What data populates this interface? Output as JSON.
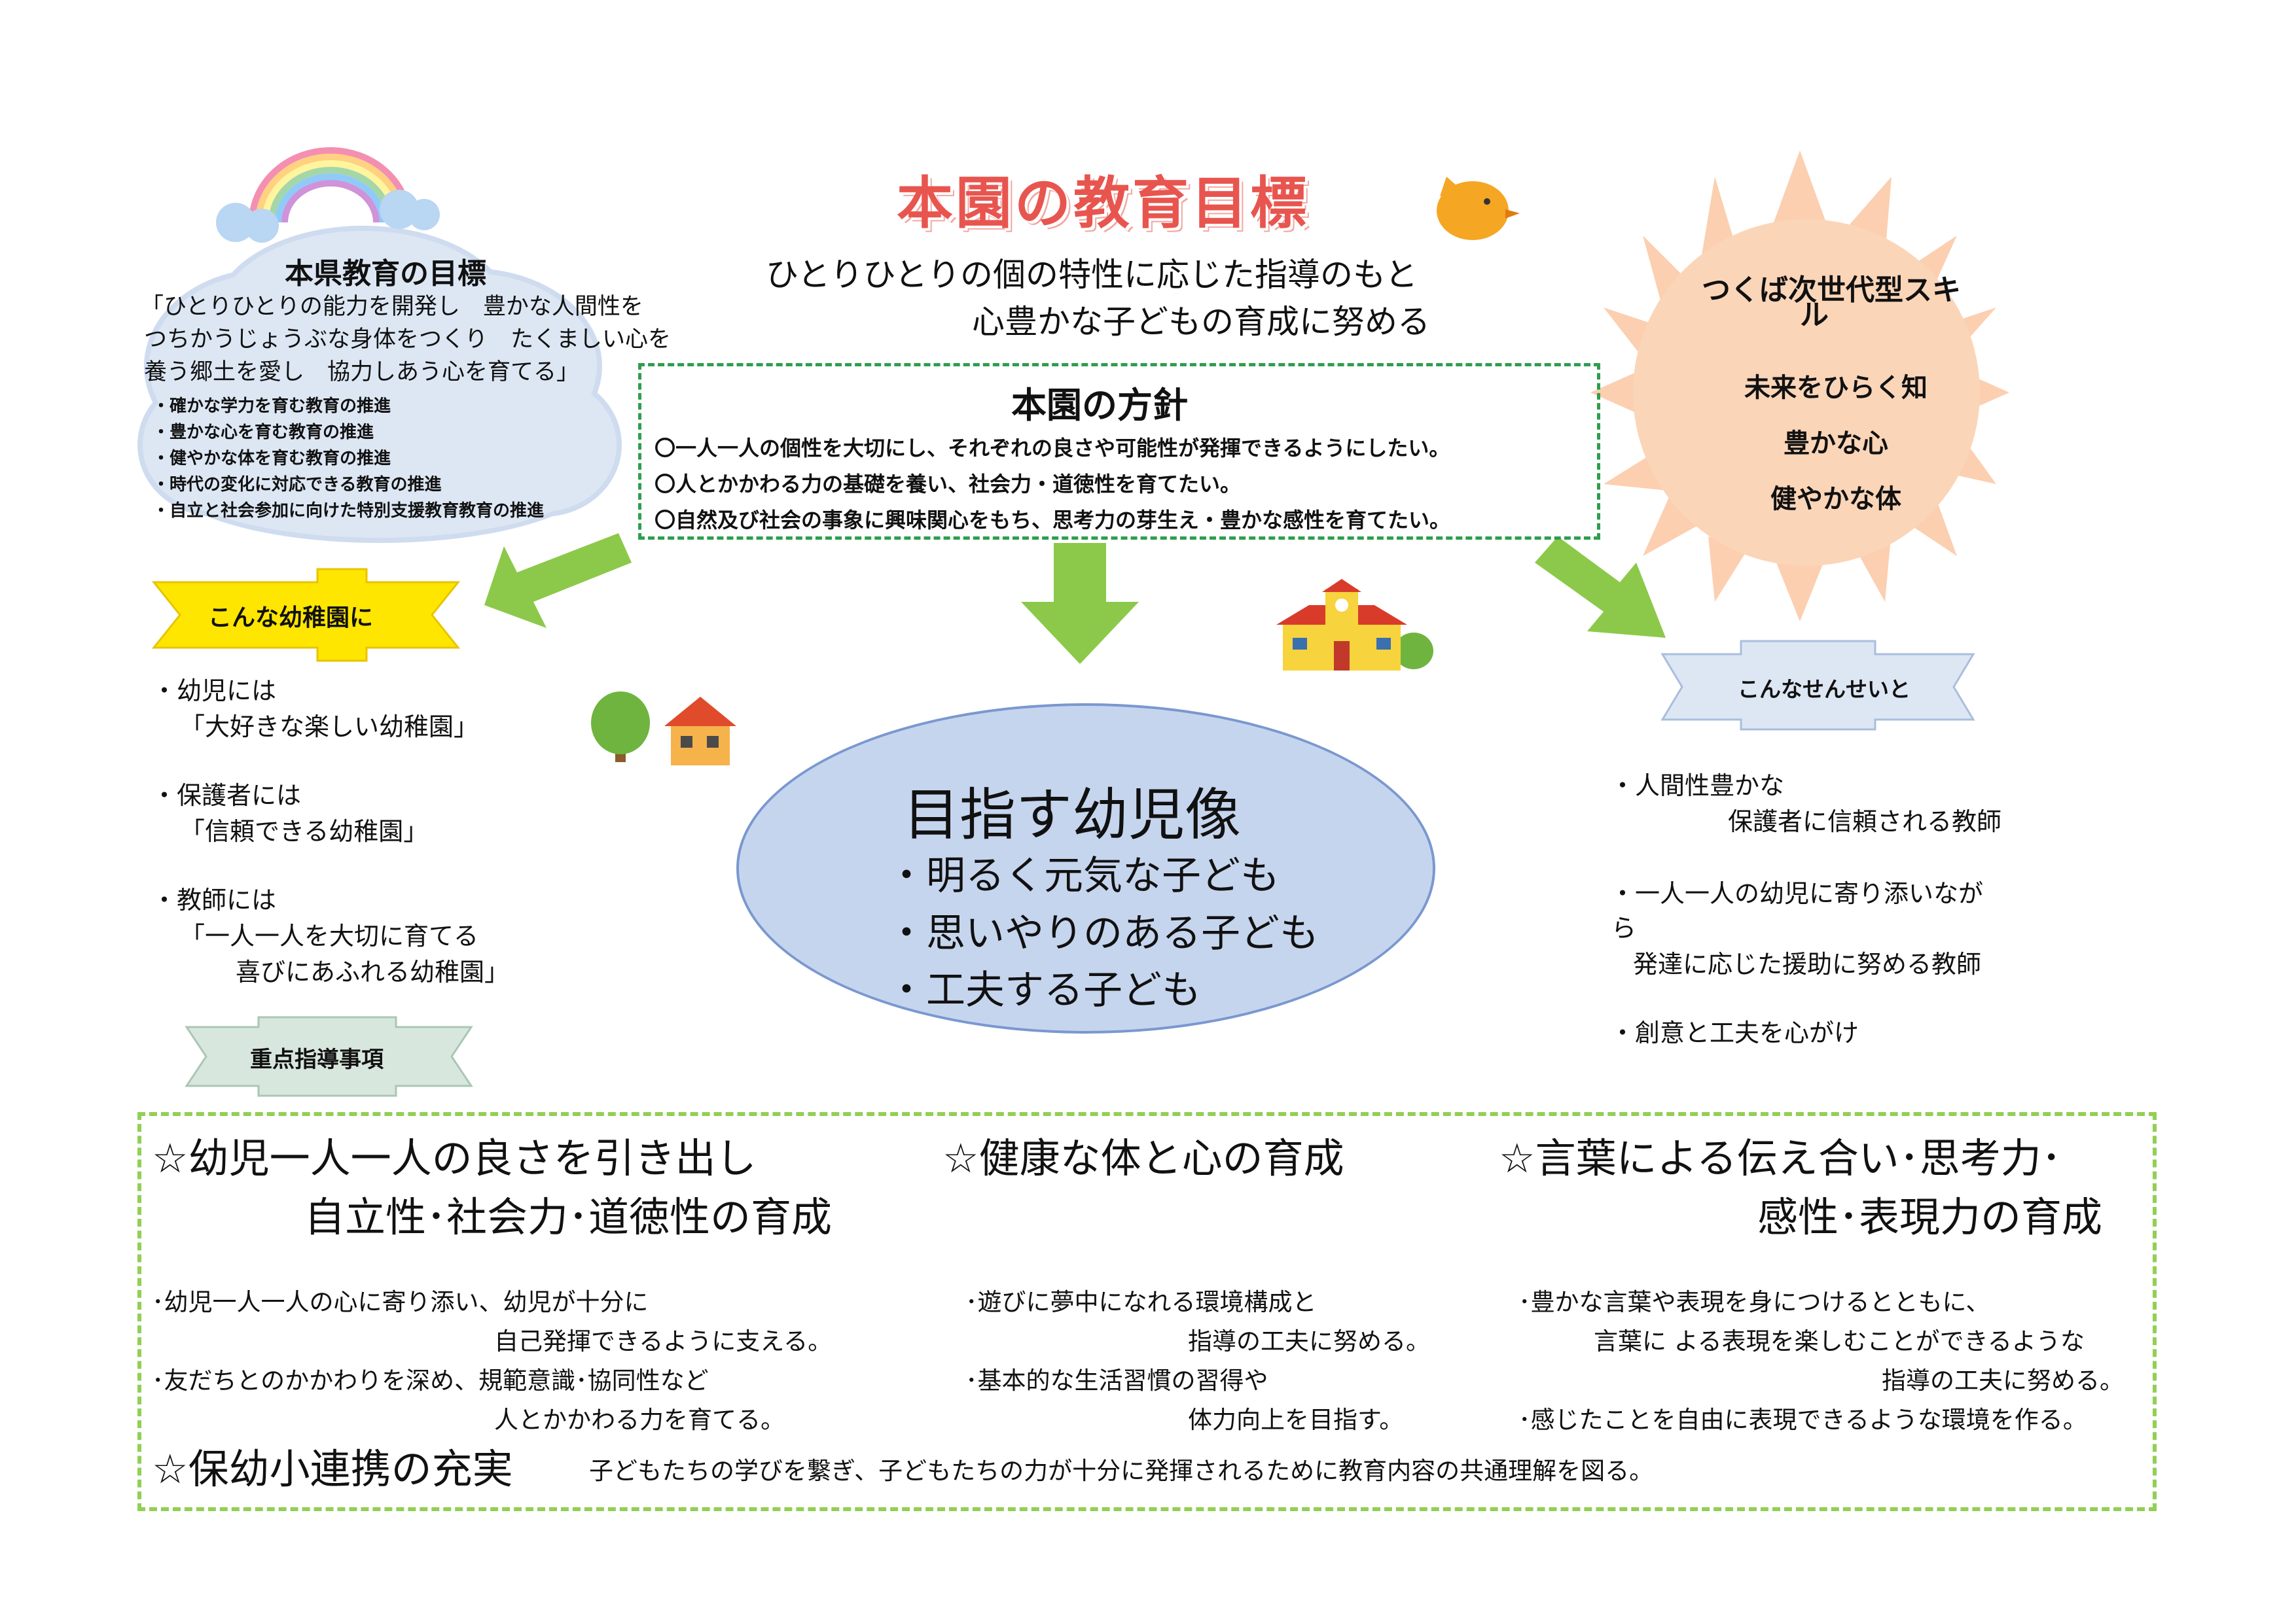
{
  "header": {
    "title": "本園の教育目標",
    "subtitle_line1": "ひとりひとりの個の特性に応じた指導のもと",
    "subtitle_line2": "心豊かな子どもの育成に努める"
  },
  "prefecture_goal": {
    "title": "本県教育の目標",
    "lines": [
      "「ひとりひとりの能力を開発し　豊かな人間性を",
      "つちかうじょうぶな身体をつくり　たくましい心を",
      "養う郷土を愛し　協力しあう心を育てる」"
    ],
    "items": [
      "・確かな学力を育む教育の推進",
      "・豊かな心を育む教育の推進",
      "・健やかな体を育む教育の推進",
      "・時代の変化に対応できる教育の推進",
      "・自立と社会参加に向けた特別支援教育教育の推進"
    ]
  },
  "policy": {
    "title": "本園の方針",
    "items": [
      "〇一人一人の個性を大切にし、それぞれの良さや可能性が発揮できるようにしたい。",
      "〇人とかかわる力の基礎を養い、社会力・道徳性を育てたい。",
      "〇自然及び社会の事象に興味関心をもち、思考力の芽生え・豊かな感性を育てたい。"
    ]
  },
  "skills": {
    "title_line1": "つくば次世代型スキ",
    "title_line2": "ル",
    "items": [
      "未来をひらく知",
      "豊かな心",
      "健やかな体"
    ]
  },
  "kindergarten": {
    "banner": "こんな幼稚園に",
    "items": [
      {
        "label": "・幼児には",
        "value": "「大好きな楽しい幼稚園」"
      },
      {
        "label": "・保護者には",
        "value": "「信頼できる幼稚園」"
      },
      {
        "label": "・教師には",
        "value1": "「一人一人を大切に育てる",
        "value2": "喜びにあふれる幼稚園」"
      }
    ]
  },
  "goal_child": {
    "title": "目指す幼児像",
    "items": [
      "・明るく元気な子ども",
      "・思いやりのある子ども",
      "・工夫する子ども"
    ]
  },
  "teacher": {
    "banner": "こんなせんせいと",
    "item1_line1": "・人間性豊かな",
    "item1_line2": "保護者に信頼される教師",
    "item2_line1": "・一人一人の幼児に寄り添いなが",
    "item2_line2": "ら",
    "item2_line3": "発達に応じた援助に努める教師",
    "item3": "・創意と工夫を心がけ"
  },
  "focus": {
    "banner": "重点指導事項",
    "col1": {
      "heading_line1": "☆幼児一人一人の良さを引き出し",
      "heading_line2": "自立性･社会力･道徳性の育成",
      "t1": "･幼児一人一人の心に寄り添い、幼児が十分に",
      "t2": "自己発揮できるように支える。",
      "t3": "･友だちとのかかわりを深め、規範意識･協同性など",
      "t4": "人とかかわる力を育てる。"
    },
    "col2": {
      "heading": "☆健康な体と心の育成",
      "t1": "･遊びに夢中になれる環境構成と",
      "t2": "指導の工夫に努める。",
      "t3": "･基本的な生活習慣の習得や",
      "t4": "体力向上を目指す。"
    },
    "col3": {
      "heading_line1": "☆言葉による伝え合い･思考力･",
      "heading_line2": "感性･表現力の育成",
      "t1": "･豊かな言葉や表現を身につけるとともに、",
      "t2": "言葉に よる表現を楽しむことができるような",
      "t3": "指導の工夫に努める。",
      "t4": "･感じたことを自由に表現できるような環境を作る。"
    },
    "renkei_heading": "☆保幼小連携の充実",
    "renkei_text": "子どもたちの学びを繋ぎ、子どもたちの力が十分に発揮されるために教育内容の共通理解を図る。"
  },
  "colors": {
    "title_red": "#e8554f",
    "policy_border": "#2e9e4f",
    "arrow_green": "#8cc94a",
    "ellipse_fill": "#c6d5ee",
    "cloud_fill": "#d9e4f3",
    "sun_fill": "#fbd5b8",
    "banner_yellow": "#ffe600",
    "banner_blue": "#dde6f3",
    "bottom_border": "#92cf54"
  }
}
